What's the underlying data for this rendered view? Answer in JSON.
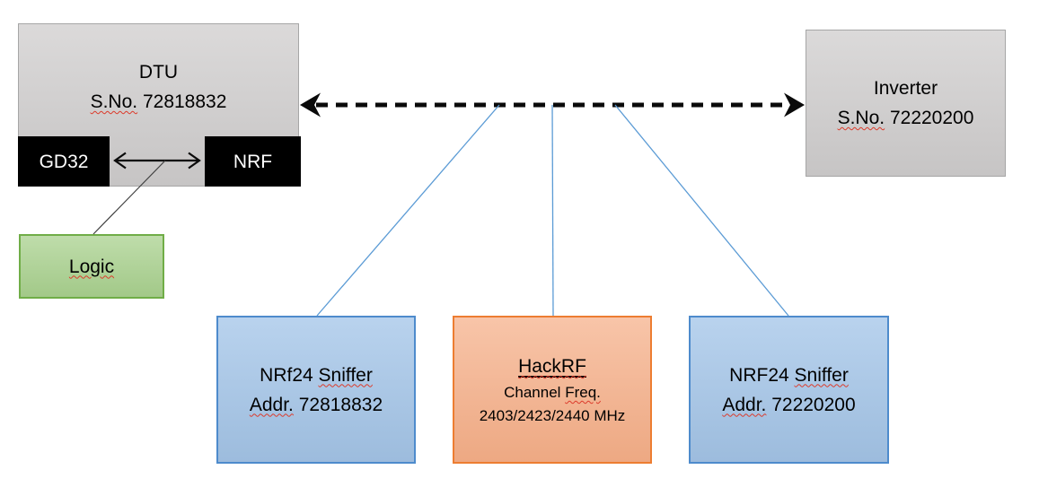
{
  "diagram": {
    "dtu": {
      "title": "DTU",
      "serial_label": "S.No.",
      "serial_number": " 72818832",
      "gd32_label": "GD32",
      "nrf_label": "NRF"
    },
    "logic": {
      "label": "Logic"
    },
    "inverter": {
      "title": "Inverter",
      "serial_label": "S.No.",
      "serial_number": " 72220200"
    },
    "sniffer_left": {
      "name_prefix": "NRf24 ",
      "name_word": "Sniffer",
      "addr_label": "Addr.",
      "addr_number": " 72818832"
    },
    "hackrf": {
      "title": "HackRF",
      "channel_prefix": "Channel ",
      "channel_word": "Freq.",
      "frequencies": "2403/2423/2440 MHz"
    },
    "sniffer_right": {
      "name_prefix": "NRF24 ",
      "name_word": "Sniffer",
      "addr_label": "Addr.",
      "addr_number": " 72220200"
    },
    "colors": {
      "box_gray": "#D1CFCF",
      "gray_border": "#A6A6A6",
      "chip_black": "#000000",
      "green": "#A9D18E",
      "green_border": "#70AD47",
      "blue": "#A5C6E9",
      "blue_border": "#4E8BCC",
      "orange": "#F5AE87",
      "orange_border": "#ED7D31",
      "connector_blue": "#5B9BD5",
      "arrow_black": "#0A0A0A",
      "line_dark": "#3F3F3F",
      "squiggle_red": "#DC3A2A"
    }
  }
}
